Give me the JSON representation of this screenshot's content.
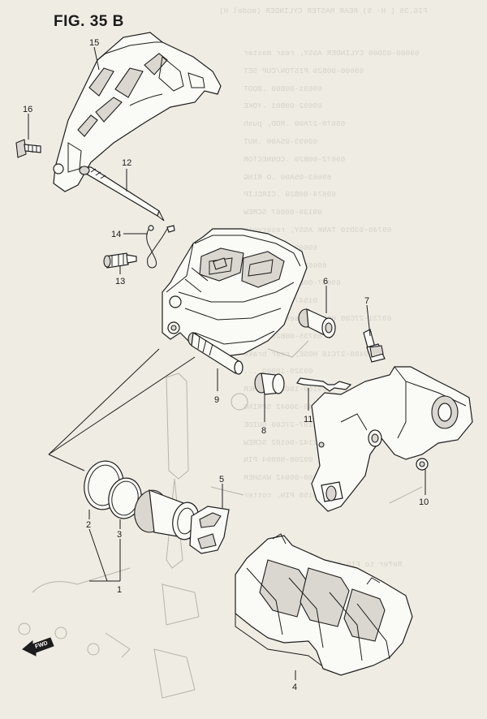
{
  "figure": {
    "title": "FIG. 35 B"
  },
  "callouts": [
    {
      "id": "15",
      "text": "15"
    },
    {
      "id": "16",
      "text": "16"
    },
    {
      "id": "12",
      "text": "12"
    },
    {
      "id": "14",
      "text": "14"
    },
    {
      "id": "13",
      "text": "13"
    },
    {
      "id": "6",
      "text": "6"
    },
    {
      "id": "7",
      "text": "7"
    },
    {
      "id": "9",
      "text": "9"
    },
    {
      "id": "8",
      "text": "8"
    },
    {
      "id": "11",
      "text": "11"
    },
    {
      "id": "10",
      "text": "10"
    },
    {
      "id": "5",
      "text": "5"
    },
    {
      "id": "2",
      "text": "2"
    },
    {
      "id": "3",
      "text": "3"
    },
    {
      "id": "1",
      "text": "1"
    },
    {
      "id": "4",
      "text": "4"
    }
  ],
  "fwd_marker": {
    "text": "FWD"
  },
  "bleed_through": {
    "header": "FIG.36 ( H- 5) REAR MASTER CYLINDER (model H)",
    "rows": [
      "69600-03D00  CYLINDER ASSY, rear master",
      "69600-00B20  PISTON/CUP SET",
      "69691-00B00  .BOOT",
      "69692-00B01  .YOKE",
      "69670-27A00  .ROD, push",
      "69693-05A00  .NUT",
      "69672-00B20  .CONNECTOR",
      "69663-05A00  .O RING",
      "69674-00B20  .CIRCLIP",
      "09139-06067  SCREW",
      "69740-03D10  TANK ASSY, reservoir",
      "69669-03D10  .CAP",
      "69668-00B20  .PLATE",
      "69667-00B20  .DIAPHRGM",
      "01547-06127  BOLT",
      "69731-27C00  HOSE, reservoir tank",
      "69735-00B20  CLAMP",
      "69480-27C10  HOSE, rear brake",
      "09320-10009  ...",
      "09160-10053  WASHER",
      "09440-30042  SPRING",
      "61197-27C00  GUIDE",
      "02142-06102  SCREW",
      "09200-08094  PIN",
      "09160-06042  WASHER",
      "04111-20158  PIN, cotter"
    ],
    "note": "Refer to FIG.34A(H-6) for H-5"
  }
}
